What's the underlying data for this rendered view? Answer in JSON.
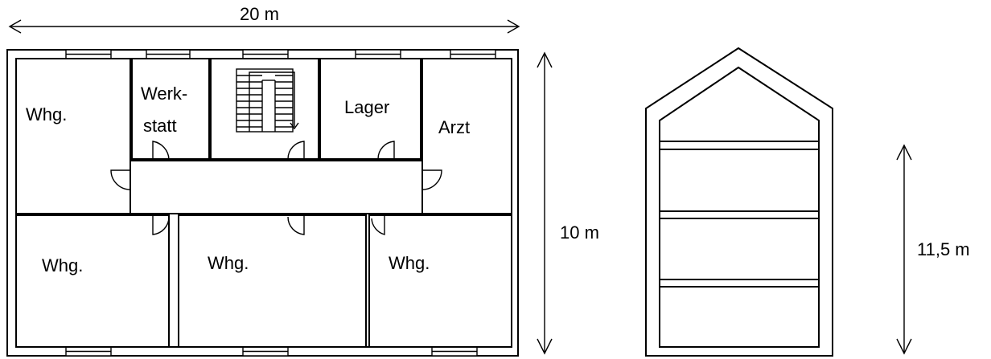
{
  "dimensions": {
    "width": "20 m",
    "depth": "10 m",
    "height": "11,5 m"
  },
  "rooms": {
    "top_left": "Whg.",
    "werkstatt_line1": "Werk-",
    "werkstatt_line2": "statt",
    "lager": "Lager",
    "arzt": "Arzt",
    "bottom_left": "Whg.",
    "bottom_middle": "Whg.",
    "bottom_right": "Whg."
  }
}
